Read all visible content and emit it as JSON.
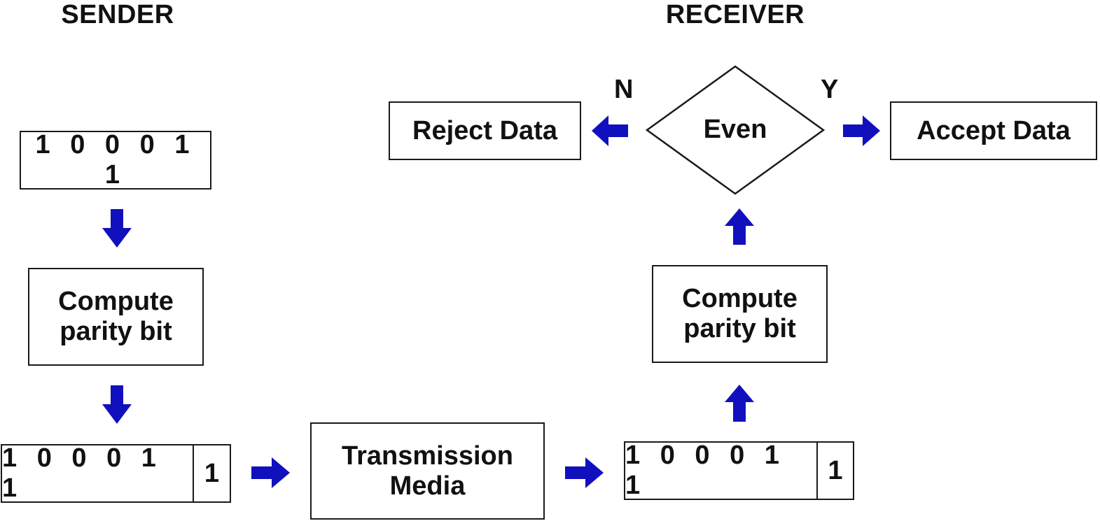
{
  "sender": {
    "heading": "SENDER",
    "data_box": "1 0 0 0 1 1",
    "compute_box": [
      "Compute",
      "parity bit"
    ],
    "out_data": "1 0 0 0 1 1",
    "out_parity": "1"
  },
  "channel": {
    "box": [
      "Transmission",
      "Media"
    ]
  },
  "receiver": {
    "heading": "RECEIVER",
    "in_data": "1 0 0 0 1 1",
    "in_parity": "1",
    "compute_box": [
      "Compute",
      "parity bit"
    ],
    "decision": "Even",
    "no_label": "N",
    "yes_label": "Y",
    "reject_box": "Reject Data",
    "accept_box": "Accept Data"
  },
  "colors": {
    "arrow": "#1010bf",
    "border": "#1a1a1a",
    "text": "#111111"
  }
}
